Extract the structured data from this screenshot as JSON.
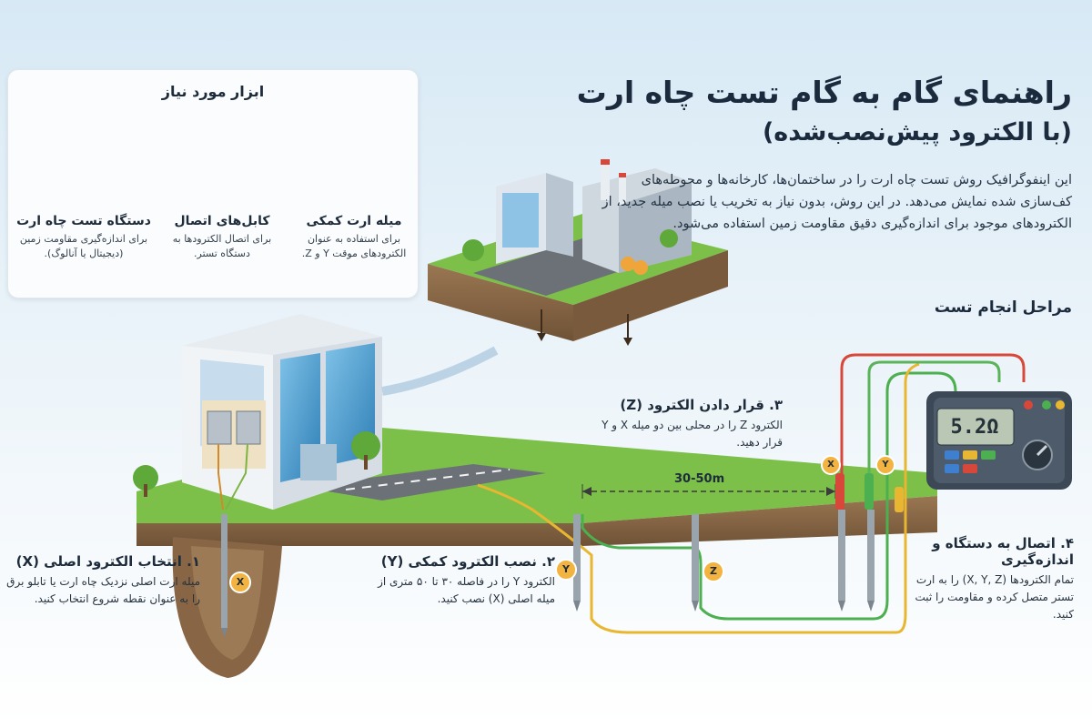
{
  "header": {
    "title": "راهنمای گام به گام تست چاه ارت",
    "subtitle": "(با الکترود پیش‌نصب‌شده)",
    "intro": "این اینفوگرافیک روش تست چاه ارت را در ساختمان‌ها، کارخانه‌ها و محوطه‌های کف‌سازی شده نمایش می‌دهد. در این روش، بدون نیاز به تخریب یا نصب میله جدید، از الکترودهای موجود برای اندازه‌گیری دقیق مقاومت زمین استفاده می‌شود."
  },
  "tools": {
    "title": "ابزار مورد نیاز",
    "items": [
      {
        "name": "دستگاه تست چاه ارت",
        "desc": "برای اندازه‌گیری مقاومت زمین (دیجیتال یا آنالوگ)."
      },
      {
        "name": "کابل‌های اتصال",
        "desc": "برای اتصال الکترودها به دستگاه تستر."
      },
      {
        "name": "میله ارت کمکی",
        "desc": "برای استفاده به عنوان الکترودهای موقت Y و Z."
      }
    ]
  },
  "steps": {
    "heading": "مراحل انجام تست",
    "items": [
      {
        "title": "۱. انتخاب الکترود اصلی (X)",
        "desc": "میله ارت اصلی نزدیک چاه ارت یا تابلو برق را به عنوان نقطه شروع انتخاب کنید."
      },
      {
        "title": "۲. نصب الکترود کمکی (Y)",
        "desc": "الکترود Y را در فاصله ۳۰ تا ۵۰ متری از میله اصلی (X) نصب کنید."
      },
      {
        "title": "۳. قرار دادن الکترود (Z)",
        "desc": "الکترود Z را در محلی بین دو میله X و Y قرار دهید."
      },
      {
        "title": "۴. اتصال به دستگاه و اندازه‌گیری",
        "desc": "تمام الکترودها (X, Y, Z) را به ارت تستر متصل کرده و مقاومت را ثبت کنید."
      }
    ]
  },
  "diagram": {
    "distance": "30-50m",
    "meter_reading": "5.2Ω",
    "labels": {
      "x": "X",
      "y": "Y",
      "z": "Z"
    }
  },
  "colors": {
    "grass": "#7cc04a",
    "soil": "#8a6a49",
    "lead_red": "#d8483a",
    "lead_green": "#4caf50",
    "lead_yellow": "#e8b630",
    "marker": "#f2b340"
  }
}
